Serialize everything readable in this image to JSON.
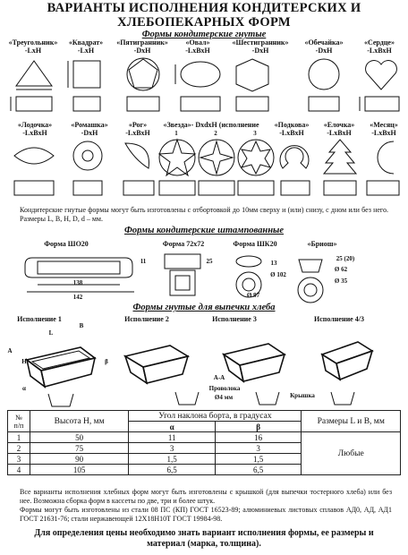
{
  "title": {
    "line1": "ВАРИАНТЫ ИСПОЛНЕНИЯ КОНДИТЕРСКИХ И",
    "line2": "ХЛЕБОПЕКАРНЫХ ФОРМ"
  },
  "section1": {
    "heading": "Формы кондитерские гнутые",
    "row1": [
      {
        "name": "«Треугольник»",
        "dims": "-LxH"
      },
      {
        "name": "«Квадрат»",
        "dims": "-LxH"
      },
      {
        "name": "«Пятигранник»",
        "dims": "-DxH"
      },
      {
        "name": "«Овал»",
        "dims": "-LxBxH"
      },
      {
        "name": "«Шестигранник»",
        "dims": "-DxH"
      },
      {
        "name": "«Обечайка»",
        "dims": "-DxH"
      },
      {
        "name": "«Сердце»",
        "dims": "-LxBxH"
      }
    ],
    "row2": [
      {
        "name": "«Лодочка»",
        "dims": "-LxBxH"
      },
      {
        "name": "«Ромашка»",
        "dims": "-DxH"
      },
      {
        "name": "«Рог»",
        "dims": "-LxBxH"
      },
      {
        "name": "«Звезда»- DxdxH (исполнение",
        "dims": ""
      },
      {
        "name": "«Подкова»",
        "dims": "-LxBxH"
      },
      {
        "name": "«Елочка»",
        "dims": "-LxBxH"
      },
      {
        "name": "«Месяц»",
        "dims": "-LxBxH"
      }
    ],
    "star_variants": [
      "1",
      "2",
      "3"
    ],
    "note": "Кондитерские гнутые формы могут быть изготовлены с отбортовкой до 10мм сверху и (или) снизу, с дном или без него. Размеры L, B, H, D, d – мм."
  },
  "section2": {
    "heading": "Формы кондитерские штампованные",
    "items": [
      {
        "name": "Форма ШО20",
        "dims": [
          "11",
          "138",
          "142"
        ]
      },
      {
        "name": "Форма 72x72",
        "dims": [
          "25"
        ]
      },
      {
        "name": "Форма ШК20",
        "dims": [
          "13",
          "Ø 102",
          "Ø 97"
        ]
      },
      {
        "name": "«Бриош»",
        "dims": [
          "25 (20)",
          "Ø 62",
          "Ø 35"
        ]
      }
    ]
  },
  "section3": {
    "heading": "Формы гнутые для выпечки хлеба",
    "variants": [
      "Исполнение 1",
      "Исполнение 2",
      "Исполнение 3",
      "Исполнение 4/3"
    ],
    "section_label": "А-А",
    "wire_label": "Проволока",
    "wire_dim": "Ø4 мм",
    "lid_label": "Крышка",
    "dim_letters": {
      "L": "L",
      "B": "B",
      "H": "H",
      "A": "A",
      "alpha": "α",
      "beta": "β"
    }
  },
  "table": {
    "h_num": "№",
    "h_num2": "п/п",
    "h_height": "Высота H, мм",
    "h_angle": "Угол наклона борта, в градусах",
    "h_alpha": "α",
    "h_beta": "β",
    "h_size": "Размеры L и B, мм",
    "size_value": "Любые",
    "rows": [
      {
        "n": "1",
        "h": "50",
        "a": "11",
        "b": "16"
      },
      {
        "n": "2",
        "h": "75",
        "a": "3",
        "b": "3"
      },
      {
        "n": "3",
        "h": "90",
        "a": "1,5",
        "b": "1,5"
      },
      {
        "n": "4",
        "h": "105",
        "a": "6,5",
        "b": "6,5"
      }
    ]
  },
  "notes": {
    "p1": "Все варианты исполнения хлебных форм могут быть изготовлены с крышкой (для выпечки тостерного хлеба) или без нее. Возможна сборка форм в кассеты по две, три и более штук.",
    "p2": "Формы могут быть изготовлены из стали 08 ПС (КП) ГОСТ 16523-89; алюминиевых листовых сплавов АД0, АД, АД1 ГОСТ 21631-76; стали нержавеющей 12Х18Н10Т ГОСТ 19984-98.",
    "footer": "Для определения цены необходимо знать вариант исполнения формы, ее размеры и материал (марка, толщина)."
  }
}
